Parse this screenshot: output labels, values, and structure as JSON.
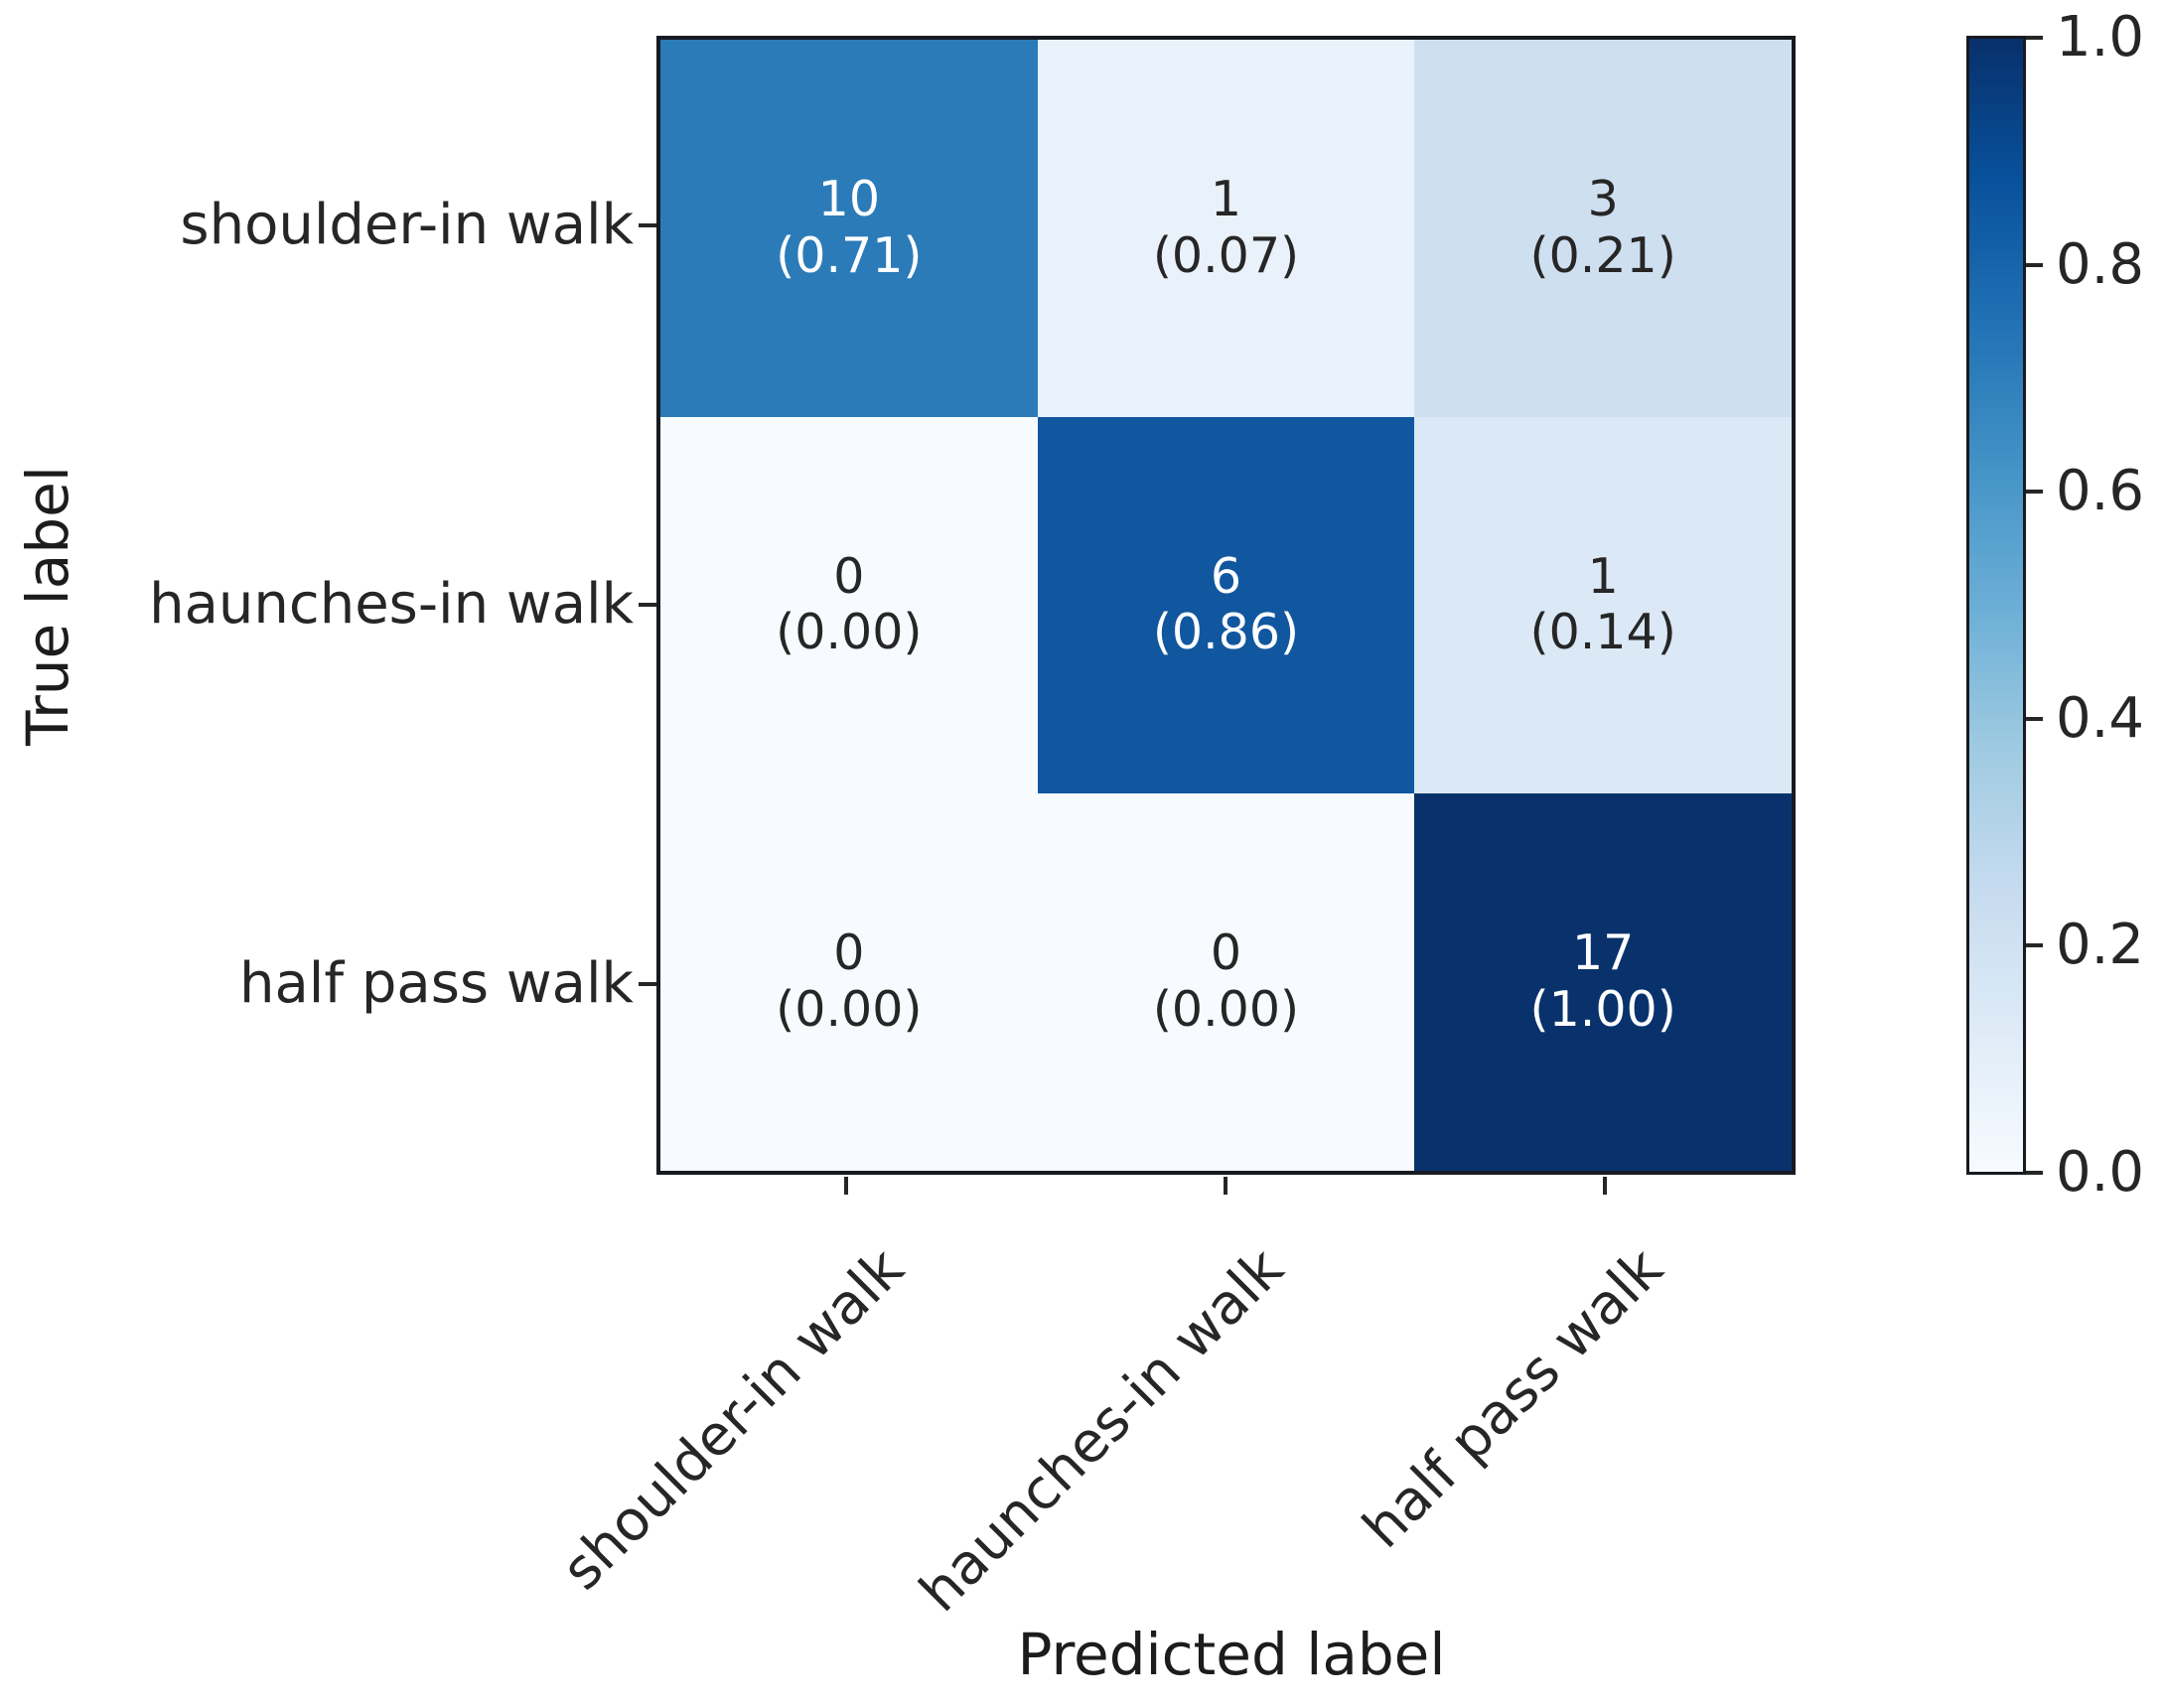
{
  "chart_data": {
    "type": "heatmap",
    "subtype": "confusion-matrix",
    "title": "",
    "xlabel": "Predicted label",
    "ylabel": "True label",
    "x_tick_labels": [
      "shoulder-in walk",
      "haunches-in walk",
      "half pass walk"
    ],
    "y_tick_labels": [
      "shoulder-in walk",
      "haunches-in walk",
      "half pass walk"
    ],
    "counts": [
      [
        10,
        1,
        3
      ],
      [
        0,
        6,
        1
      ],
      [
        0,
        0,
        17
      ]
    ],
    "proportions": [
      [
        0.71,
        0.07,
        0.21
      ],
      [
        0.0,
        0.86,
        0.14
      ],
      [
        0.0,
        0.0,
        1.0
      ]
    ],
    "colormap": "Blues",
    "grid": false,
    "rows": [
      {
        "label": "shoulder-in walk",
        "cells": [
          {
            "count": "10",
            "proportion": "(0.71)",
            "value": 0.71,
            "bg": "#2b7bb9",
            "fg": "#ffffff"
          },
          {
            "count": "1",
            "proportion": "(0.07)",
            "value": 0.07,
            "bg": "#e9f1fa",
            "fg": "#262626"
          },
          {
            "count": "3",
            "proportion": "(0.21)",
            "value": 0.21,
            "bg": "#cedff0",
            "fg": "#262626"
          }
        ]
      },
      {
        "label": "haunches-in walk",
        "cells": [
          {
            "count": "0",
            "proportion": "(0.00)",
            "value": 0.0,
            "bg": "#f7fbff",
            "fg": "#262626"
          },
          {
            "count": "6",
            "proportion": "(0.86)",
            "value": 0.86,
            "bg": "#11579f",
            "fg": "#ffffff"
          },
          {
            "count": "1",
            "proportion": "(0.14)",
            "value": 0.14,
            "bg": "#dbe8f5",
            "fg": "#262626"
          }
        ]
      },
      {
        "label": "half pass walk",
        "cells": [
          {
            "count": "0",
            "proportion": "(0.00)",
            "value": 0.0,
            "bg": "#f7fbff",
            "fg": "#262626"
          },
          {
            "count": "0",
            "proportion": "(0.00)",
            "value": 0.0,
            "bg": "#f7fbff",
            "fg": "#262626"
          },
          {
            "count": "17",
            "proportion": "(1.00)",
            "value": 1.0,
            "bg": "#09326c",
            "fg": "#ffffff"
          }
        ]
      }
    ],
    "colorbar": {
      "min": 0.0,
      "max": 1.0,
      "position": "right",
      "tick_labels": [
        "1.0",
        "0.8",
        "0.6",
        "0.4",
        "0.2",
        "0.0"
      ],
      "gradient_stops_bottom_to_top": [
        "#f7fbff",
        "#deebf7",
        "#c6dbef",
        "#9ecae1",
        "#6baed6",
        "#4292c6",
        "#2171b5",
        "#08519c",
        "#08306b"
      ]
    }
  }
}
